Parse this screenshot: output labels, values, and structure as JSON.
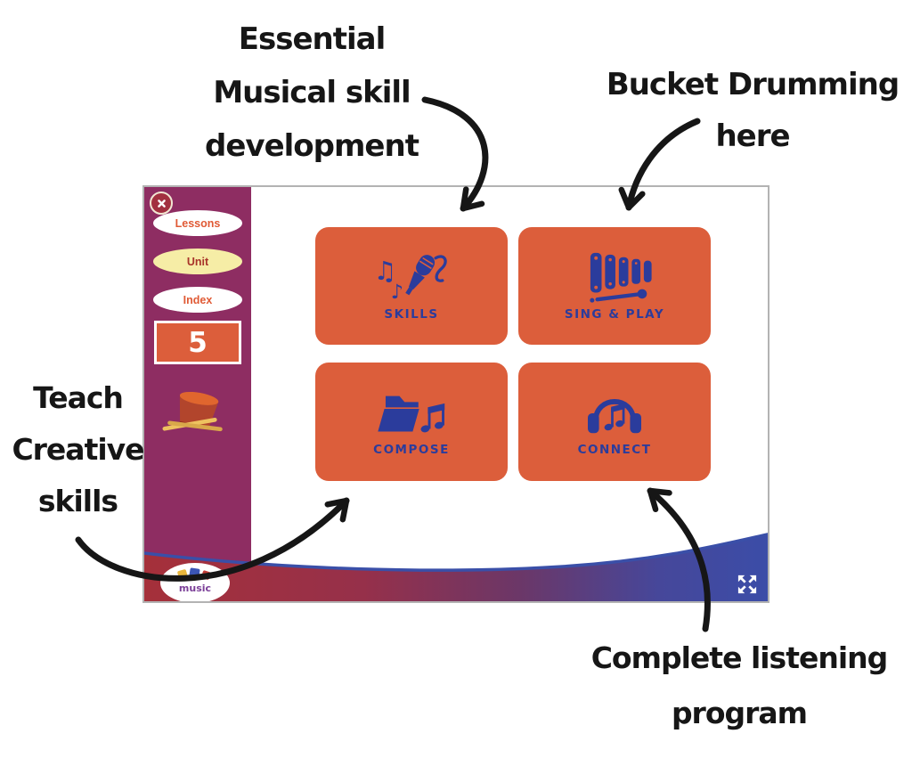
{
  "annotations": {
    "skills_note": {
      "lines": [
        "Essential",
        "Musical skill",
        "development"
      ]
    },
    "singplay_note": {
      "lines": [
        "Bucket Drumming",
        "here"
      ]
    },
    "compose_note": {
      "lines": [
        "Teach",
        "Creative",
        "skills"
      ]
    },
    "connect_note": {
      "lines": [
        "Complete listening",
        "program"
      ]
    }
  },
  "app": {
    "sidebar": {
      "buttons": [
        {
          "label": "Lessons"
        },
        {
          "label": "Unit"
        },
        {
          "label": "Index"
        }
      ],
      "lesson_number": "5",
      "bucket_icon": "bucket-drum-icon",
      "close_icon": "close-icon"
    },
    "tiles": [
      {
        "label": "SKILLS",
        "icon": "microphone-notes-icon"
      },
      {
        "label": "SING & PLAY",
        "icon": "xylophone-icon"
      },
      {
        "label": "COMPOSE",
        "icon": "folder-note-icon"
      },
      {
        "label": "CONNECT",
        "icon": "headphones-note-icon"
      }
    ],
    "logo_text": "music",
    "fullscreen_icon": "fullscreen-expand-icon"
  },
  "colors": {
    "tile_orange": "#dc5e3b",
    "icon_blue": "#2b3c9c",
    "sidebar_purple": "#8e2d62",
    "band_red": "#a5303a",
    "band_blue": "#3b4da8",
    "unit_yellow": "#f6eda6",
    "annotation_black": "#161616"
  }
}
